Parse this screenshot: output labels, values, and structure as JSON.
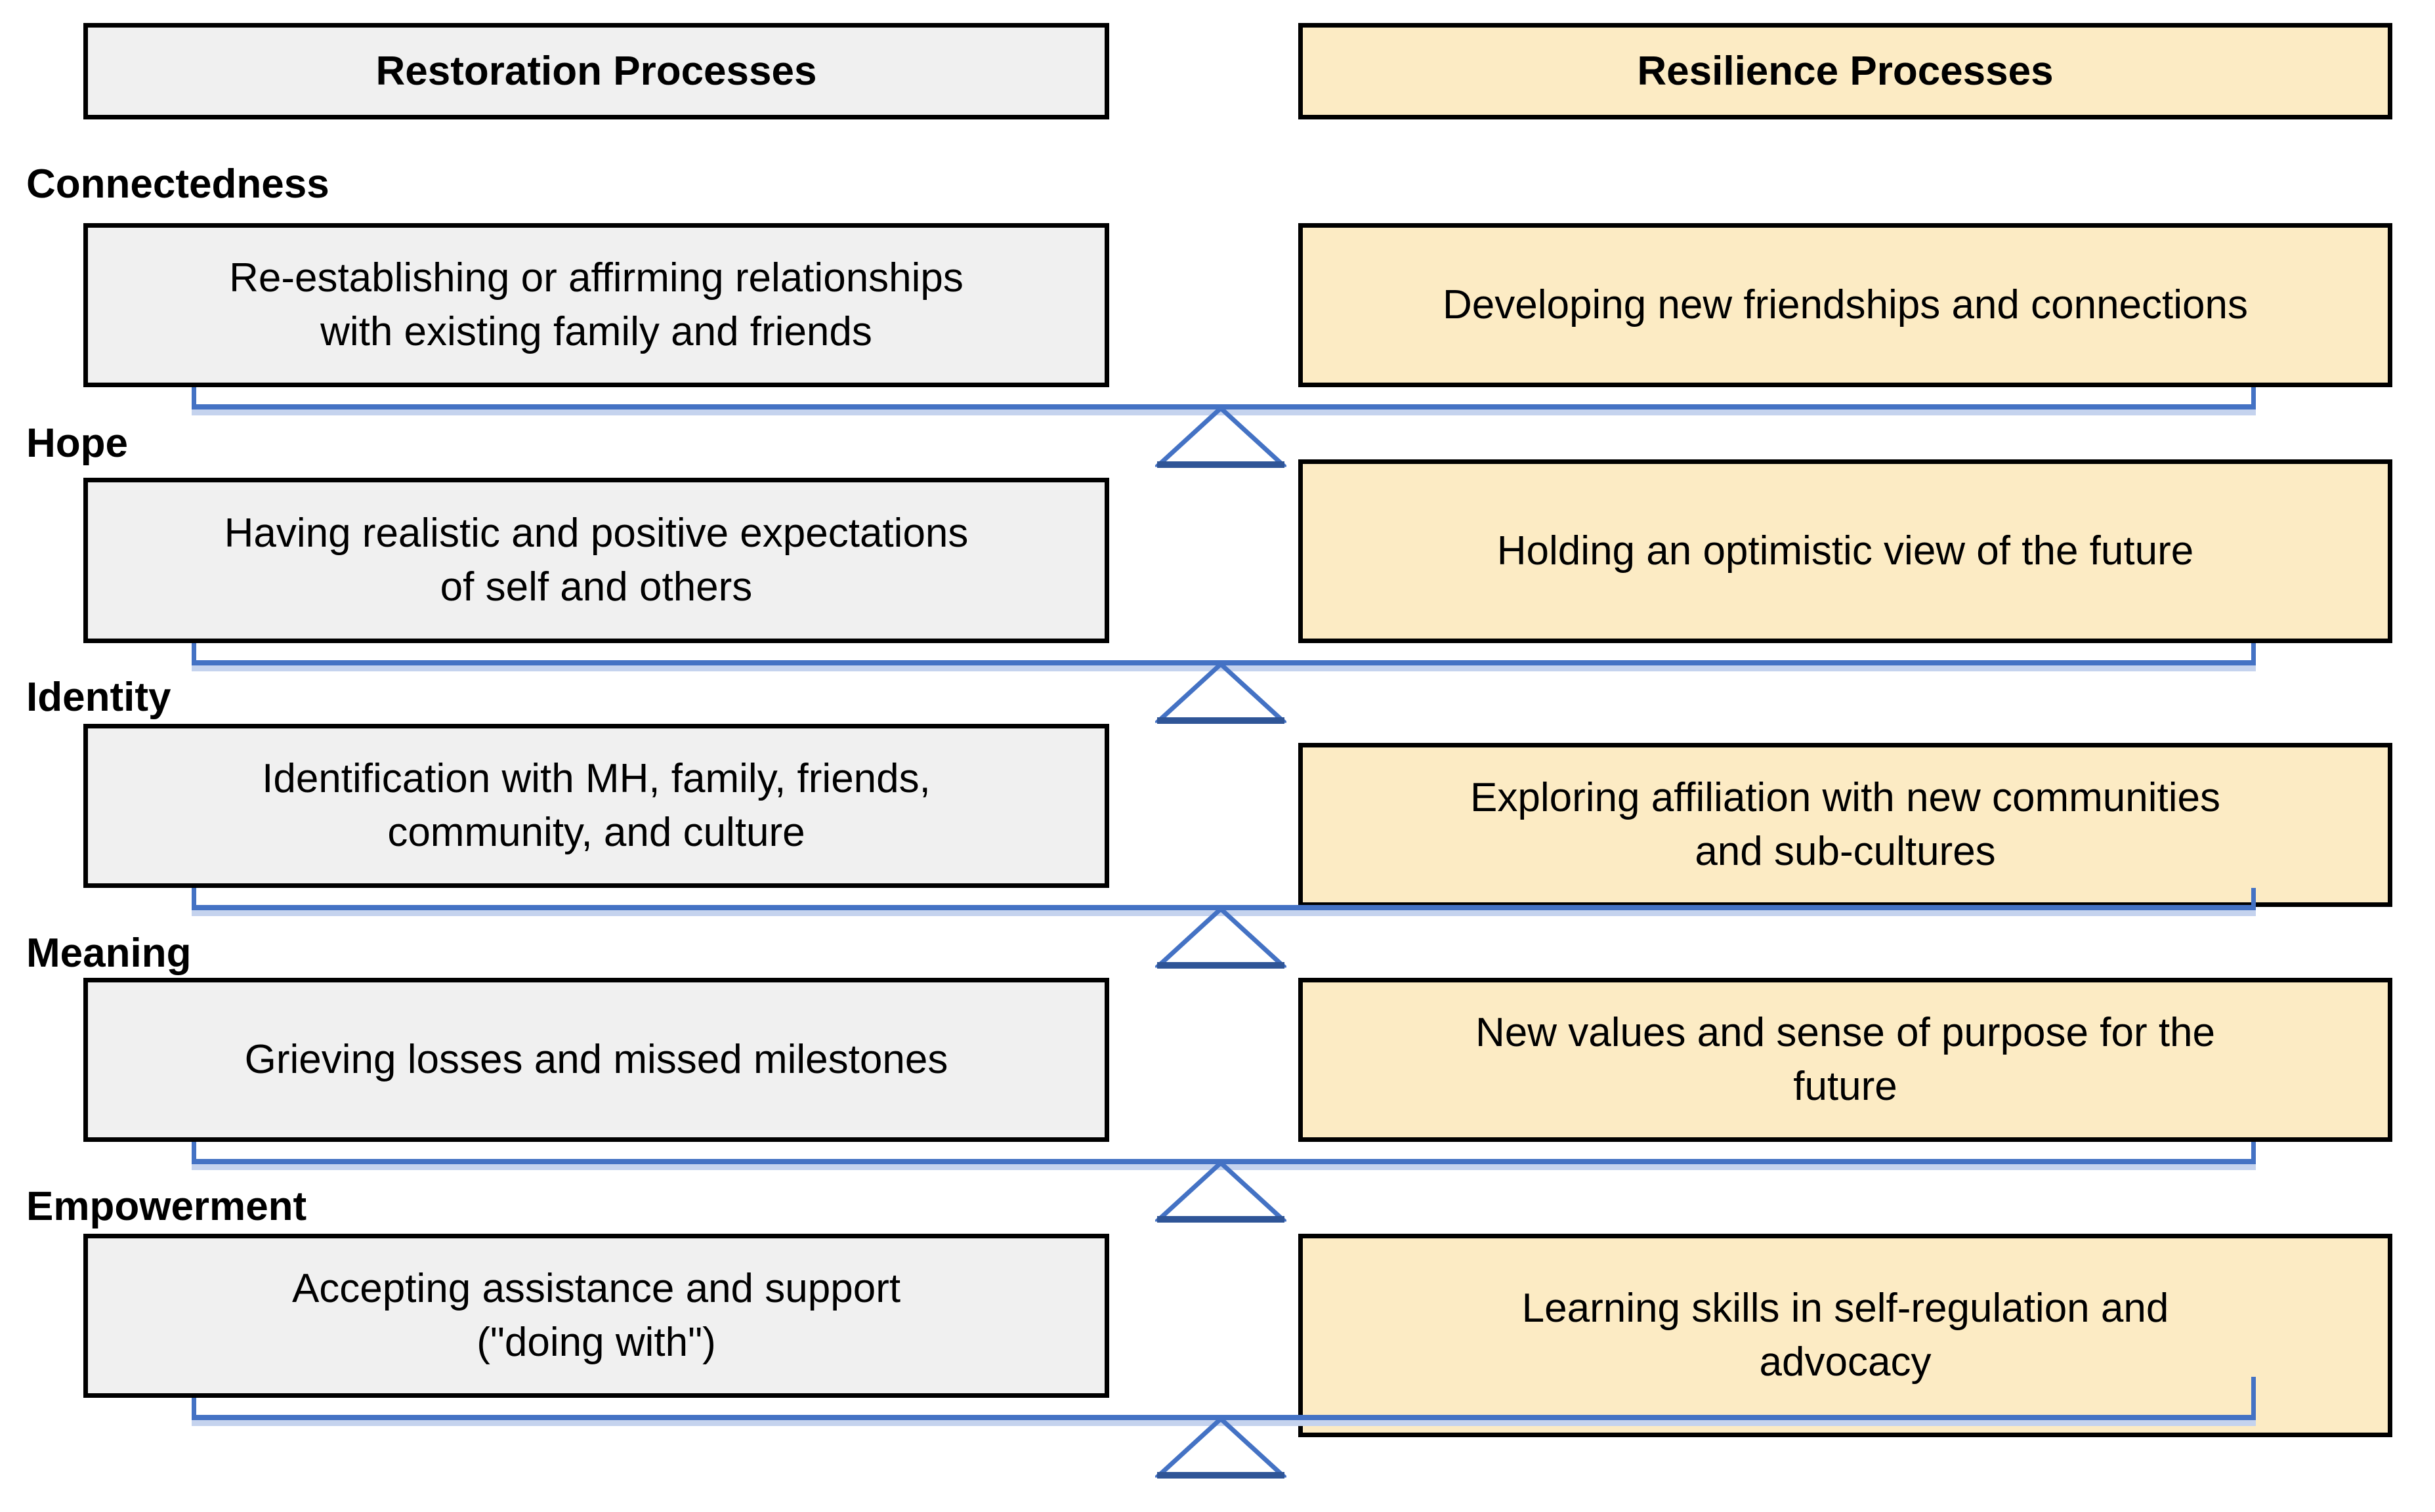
{
  "diagram": {
    "title_left": "Restoration Processes",
    "title_right": "Resilience Processes",
    "accent_color": "#4472C4",
    "left_fill": "#F0F0F0",
    "right_fill": "#FCEBC4",
    "border_color": "#000000",
    "connector_icon": "triangle-up-icon"
  },
  "columns": [
    {
      "key": "restoration",
      "header": "Restoration Processes",
      "fill": "#F0F0F0"
    },
    {
      "key": "resilience",
      "header": "Resilience Processes",
      "fill": "#FCEBC4"
    }
  ],
  "rows": [
    {
      "label": "Connectedness",
      "left": "Re-establishing or affirming relationships\nwith existing family and friends",
      "right": "Developing new friendships and connections"
    },
    {
      "label": "Hope",
      "left": "Having realistic and positive expectations\nof self and others",
      "right": "Holding an optimistic view of the future"
    },
    {
      "label": "Identity",
      "left": "Identification with MH, family, friends,\ncommunity, and culture",
      "right": "Exploring affiliation with new communities\nand sub-cultures"
    },
    {
      "label": "Meaning",
      "left": "Grieving losses and missed milestones",
      "right": "New values and sense of purpose for the\nfuture"
    },
    {
      "label": "Empowerment",
      "left": "Accepting assistance and support\n(\"doing with\")",
      "right": "Learning skills in self-regulation and\nadvocacy"
    }
  ]
}
